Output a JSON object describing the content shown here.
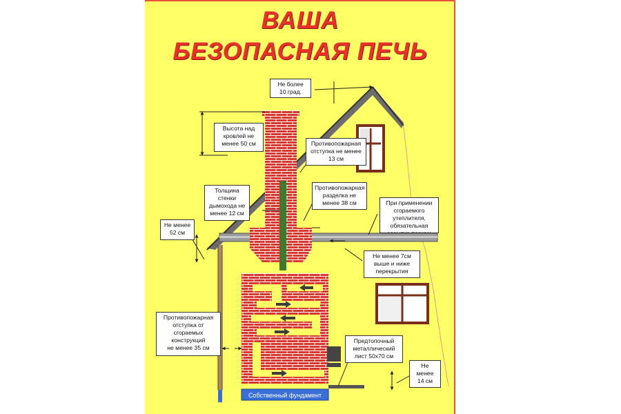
{
  "title": {
    "line1": "ВАША",
    "line2": "БЕЗОПАСНАЯ ПЕЧЬ"
  },
  "labels": {
    "roof_angle": "Не более\n10 град.",
    "chimney_height": "Высота над\nкровлей не\nменее 50 см",
    "chimney_offset": "Противопожарная\nотступка не менее\n13 см",
    "chimney_wall": "Толщина\nстенки\nдымохода не\nменее 12 см",
    "fire_cut": "Противопожарная\nразделка не\nменее 38 см",
    "insulation": "При применении\nсгораемого\nутеплителя,\nобязательная\nзасыпка песком",
    "ceiling_min": "Не менее\n52 см",
    "ceiling_7cm": "Не менее 7см\nвыше и ниже\nперекрытия",
    "wall_offset": "Противопожарная\nотступка от\nсгораемых\nконструкций\nне менее 35 см",
    "metal_sheet": "Предтопочный\nметаллический\nлист 50х70 см",
    "floor_min": "Не\nменее\n14 см",
    "foundation": "Собственный фундамент"
  },
  "colors": {
    "poster_bg": "#ffff66",
    "title": "#e8312a",
    "brick": "#d9362b",
    "mortar": "#ffffff",
    "roof": "#4a4a4a",
    "gray": "#9a9a9a",
    "flue": "#3d7a2d",
    "foundation": "#3a6fd8",
    "window_frame": "#7a2f1a"
  },
  "icons": [
    "arrow-right-icon",
    "arrow-left-icon",
    "dimension-arrow-icon"
  ]
}
